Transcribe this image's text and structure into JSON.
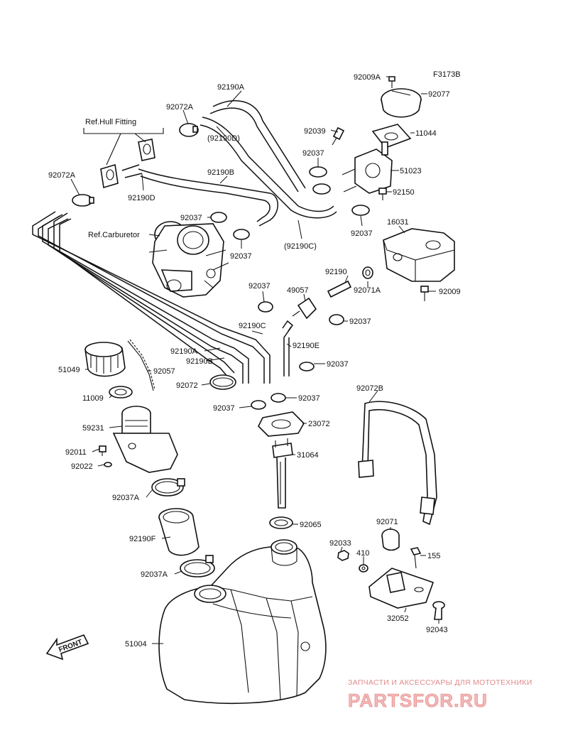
{
  "figure_code": "F3173B",
  "watermark": {
    "line1": "ЗАПЧАСТИ И АКСЕССУАРЫ ДЛЯ МОТОТЕХНИКИ",
    "logo": "PARTSFOR.RU"
  },
  "front_label": "FRONT",
  "labels": {
    "p92009A": "92009A",
    "p92077": "92077",
    "p92039": "92039",
    "p11044": "11044",
    "p92037_a": "92037",
    "p51023": "51023",
    "p92150": "92150",
    "p92190A": "92190A",
    "p92072A_top": "92072A",
    "p92190D_top": "(92190D)",
    "ref_hull": "Ref.Hull Fitting",
    "p92072A_left": "92072A",
    "p92190D": "92190D",
    "p92190B": "92190B",
    "p92037_b": "92037",
    "ref_carb": "Ref.Carburetor",
    "p92037_c": "92037",
    "p92190C_top": "(92190C)",
    "p92037_d": "92037",
    "p16031": "16031",
    "p92190": "92190",
    "p92071A": "92071A",
    "p92009": "92009",
    "p92037_e": "92037",
    "p49057": "49057",
    "p92037_f": "92037",
    "p92190C": "92190C",
    "p92190E": "92190E",
    "p92037_g": "92037",
    "p51049": "51049",
    "p92057": "92057",
    "p92072": "92072",
    "p11009": "11009",
    "p92037_h": "92037",
    "p92037_i": "92037",
    "p59231": "59231",
    "p23072": "23072",
    "p92072B": "92072B",
    "p92011": "92011",
    "p31064": "31064",
    "p92022": "92022",
    "p92037A_a": "92037A",
    "p92065": "92065",
    "p92071": "92071",
    "p92190F": "92190F",
    "p92033": "92033",
    "p410": "410",
    "p155": "155",
    "p92037A_b": "92037A",
    "p32052": "32052",
    "p51004": "51004",
    "p92043": "92043"
  }
}
